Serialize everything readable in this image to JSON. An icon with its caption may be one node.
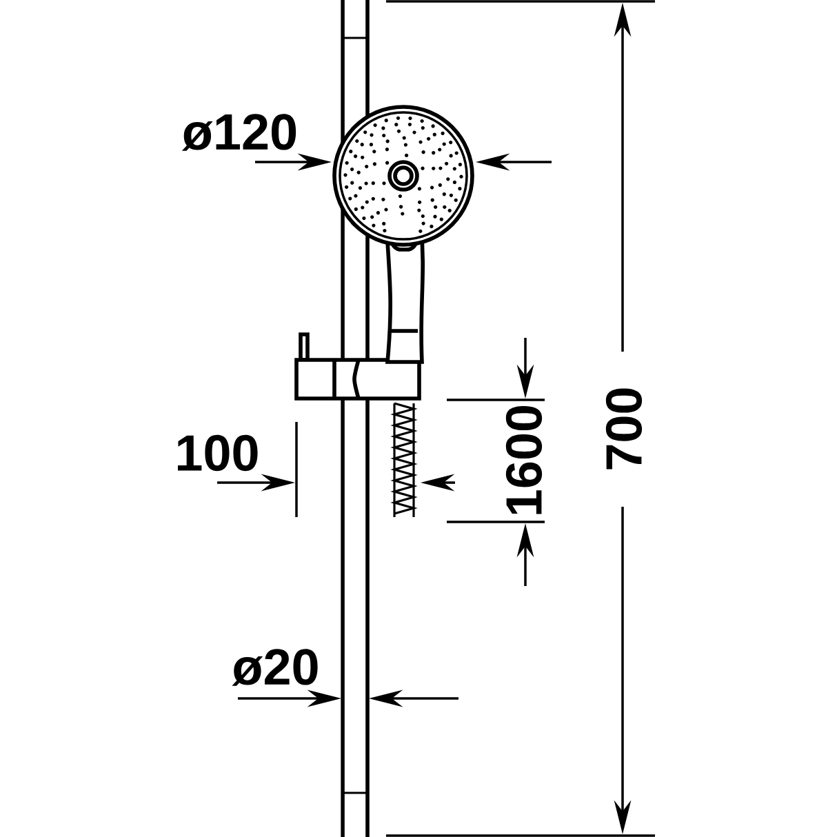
{
  "diagram": {
    "labels": [
      "ø120",
      "100",
      "1600",
      "700",
      "ø20"
    ]
  }
}
